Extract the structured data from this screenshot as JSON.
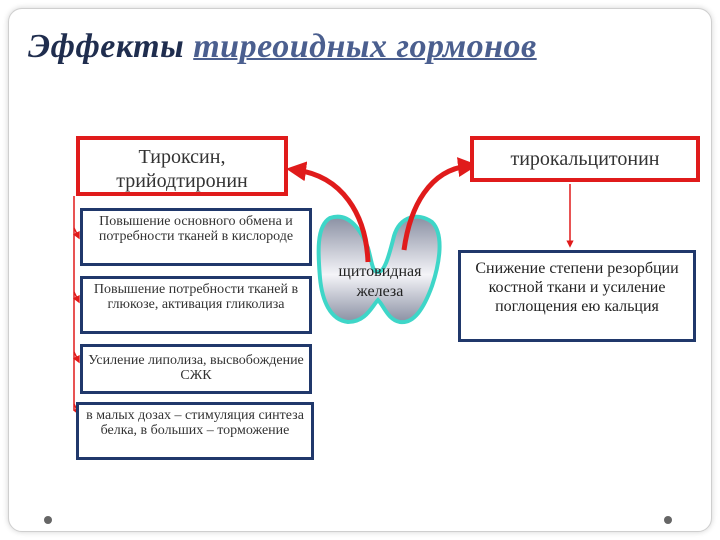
{
  "title": {
    "part1": "Эффекты",
    "part2": "тиреоидных гормонов"
  },
  "hormones": {
    "left": "Тироксин, трийодтиронин",
    "right": "тирокальцитонин"
  },
  "effects": [
    "Повышение основного обмена и потребности тканей в кислороде",
    "Повышение потребности тканей в глюкозе, активация гликолиза",
    "Усиление липолиза, высвобождение СЖК",
    "в малых дозах – стимуляция синтеза белка, в больших – торможение"
  ],
  "gland": {
    "label": "щитовидная железа"
  },
  "calcitonin_effect": "Снижение степени резорбции костной ткани и усиление поглощения ею кальция",
  "colors": {
    "title": "#1f2d4e",
    "accent_red": "#e01b1b",
    "box_border_blue": "#20386b",
    "gland_outline": "#3ed6c8"
  }
}
